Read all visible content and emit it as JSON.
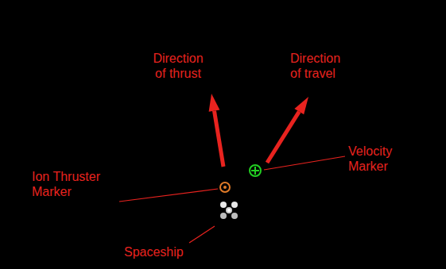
{
  "diagram": {
    "labels": [
      "Direction of thrust",
      "Direction of travel",
      "Ion Thruster Marker",
      "Velocity Marker",
      "Spaceship"
    ]
  }
}
